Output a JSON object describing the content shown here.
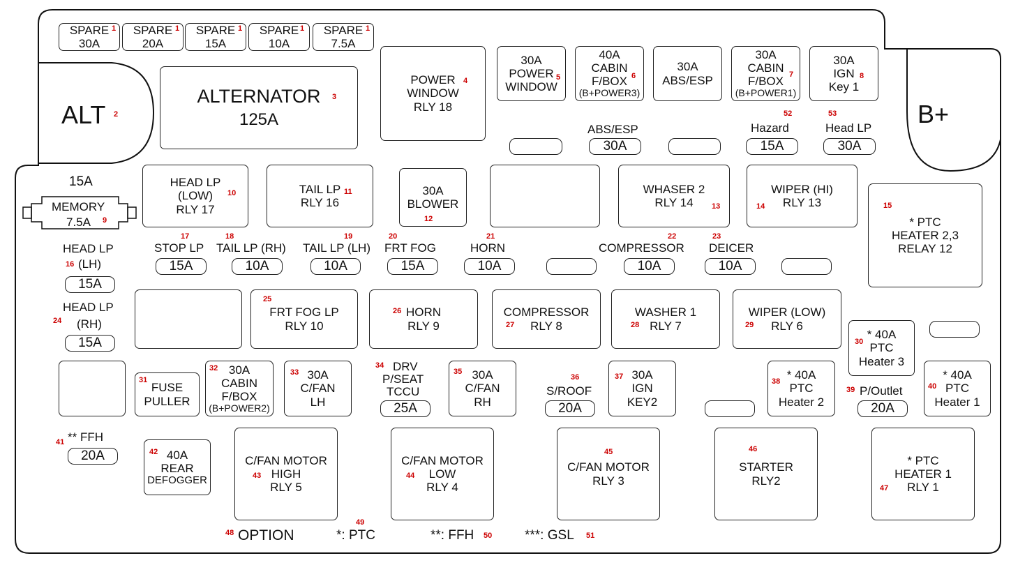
{
  "spares": [
    {
      "name": "SPARE",
      "rating": "30A",
      "num": "1"
    },
    {
      "name": "SPARE",
      "rating": "20A",
      "num": "1"
    },
    {
      "name": "SPARE",
      "rating": "15A",
      "num": "1"
    },
    {
      "name": "SPARE",
      "rating": "10A",
      "num": "1"
    },
    {
      "name": "SPARE",
      "rating": "7.5A",
      "num": "1"
    }
  ],
  "alt": {
    "label": "ALT",
    "num": "2"
  },
  "bplus": {
    "label": "B+"
  },
  "alternator": {
    "l1": "ALTERNATOR",
    "l2": "125A",
    "num": "3"
  },
  "power_window_rly": {
    "l1": "POWER",
    "l2": "WINDOW",
    "l3": "RLY 18",
    "num": "4"
  },
  "top_fuses": [
    {
      "l1": "30A",
      "l2": "POWER",
      "l3": "WINDOW",
      "l4": "",
      "num": "5"
    },
    {
      "l1": "40A",
      "l2": "CABIN",
      "l3": "F/BOX",
      "l4": "(B+POWER3)",
      "num": "6"
    },
    {
      "l1": "30A",
      "l2": "ABS/ESP",
      "l3": "",
      "l4": "",
      "num": ""
    },
    {
      "l1": "30A",
      "l2": "CABIN",
      "l3": "F/BOX",
      "l4": "(B+POWER1)",
      "num": "7"
    },
    {
      "l1": "30A",
      "l2": "IGN",
      "l3": "Key 1",
      "l4": "",
      "num": "8"
    }
  ],
  "row2_pills": {
    "abs_label": "ABS/ESP",
    "abs_val": "30A",
    "hazard_label": "Hazard",
    "hazard_val": "15A",
    "hazard_num": "52",
    "headlp_label": "Head LP",
    "headlp_val": "30A",
    "headlp_num": "53"
  },
  "memory": {
    "top": "15A",
    "l1": "MEMORY",
    "l2": "7.5A",
    "num": "9"
  },
  "relays_row1": [
    {
      "l1": "HEAD LP",
      "l2": "(LOW)",
      "l3": "RLY 17",
      "num": "10"
    },
    {
      "l1": "TAIL LP",
      "l2": "RLY 16",
      "l3": "",
      "num": "11"
    },
    {
      "l1": "30A",
      "l2": "BLOWER",
      "l3": "",
      "num": "12"
    },
    {
      "l1": "WHASER 2",
      "l2": "RLY 14",
      "l3": "",
      "num": "13"
    },
    {
      "l1": "WIPER (HI)",
      "l2": "RLY 13",
      "l3": "",
      "num": "14"
    }
  ],
  "ptc_relay12": {
    "l1": "* PTC",
    "l2": "HEATER 2,3",
    "l3": "RELAY 12",
    "num": "15"
  },
  "head_lp_lh": {
    "l1": "HEAD LP",
    "l2": "(LH)",
    "val": "15A",
    "num": "16"
  },
  "head_lp_rh": {
    "l1": "HEAD LP",
    "l2": "(RH)",
    "val": "15A",
    "num": "24"
  },
  "fuse_row": [
    {
      "label": "STOP LP",
      "val": "15A",
      "num": "17"
    },
    {
      "label": "TAIL LP (RH)",
      "val": "10A",
      "num": "18"
    },
    {
      "label": "TAIL LP (LH)",
      "val": "10A",
      "num": "19"
    },
    {
      "label": "FRT FOG",
      "val": "15A",
      "num": "20"
    },
    {
      "label": "HORN",
      "val": "10A",
      "num": "21"
    },
    {
      "label": "COMPRESSOR",
      "val": "10A",
      "num": "22"
    },
    {
      "label": "DEICER",
      "val": "10A",
      "num": "23"
    }
  ],
  "relays_row2": [
    {
      "l1": "FRT FOG LP",
      "l2": "RLY 10",
      "num": "25"
    },
    {
      "l1": "HORN",
      "l2": "RLY 9",
      "num": "26"
    },
    {
      "l1": "COMPRESSOR",
      "l2": "RLY 8",
      "num": "27"
    },
    {
      "l1": "WASHER 1",
      "l2": "RLY 7",
      "num": "28"
    },
    {
      "l1": "WIPER (LOW)",
      "l2": "RLY 6",
      "num": "29"
    }
  ],
  "ptc_heater3": {
    "l1": "* 40A",
    "l2": "PTC",
    "l3": "Heater 3",
    "num": "30"
  },
  "row3": {
    "fuse_puller": {
      "l1": "FUSE",
      "l2": "PULLER",
      "num": "31"
    },
    "cabin2": {
      "l1": "30A",
      "l2": "CABIN",
      "l3": "F/BOX",
      "l4": "(B+POWER2)",
      "num": "32"
    },
    "cfan_lh": {
      "l1": "30A",
      "l2": "C/FAN",
      "l3": "LH",
      "num": "33"
    },
    "drv": {
      "l1": "DRV",
      "l2": "P/SEAT",
      "l3": "TCCU",
      "val": "25A",
      "num": "34"
    },
    "cfan_rh": {
      "l1": "30A",
      "l2": "C/FAN",
      "l3": "RH",
      "num": "35"
    },
    "sroof": {
      "label": "S/ROOF",
      "val": "20A",
      "num": "36"
    },
    "ign2": {
      "l1": "30A",
      "l2": "IGN",
      "l3": "KEY2",
      "num": "37"
    },
    "ptc2": {
      "l1": "* 40A",
      "l2": "PTC",
      "l3": "Heater 2",
      "num": "38"
    },
    "poutlet": {
      "label": "P/Outlet",
      "val": "20A",
      "num": "39"
    },
    "ptc1": {
      "l1": "* 40A",
      "l2": "PTC",
      "l3": "Heater 1",
      "num": "40"
    }
  },
  "ffh": {
    "label": "** FFH",
    "val": "20A",
    "num": "41"
  },
  "rear_def": {
    "l1": "40A",
    "l2": "REAR",
    "l3": "DEFOGGER",
    "num": "42"
  },
  "big_relays": [
    {
      "l1": "C/FAN MOTOR",
      "l2": "HIGH",
      "l3": "RLY 5",
      "num": "43"
    },
    {
      "l1": "C/FAN MOTOR",
      "l2": "LOW",
      "l3": "RLY 4",
      "num": "44"
    },
    {
      "l1": "C/FAN MOTOR",
      "l2": "RLY 3",
      "l3": "",
      "num": "45"
    },
    {
      "l1": "STARTER",
      "l2": "RLY2",
      "l3": "",
      "num": "46"
    },
    {
      "l1": "* PTC",
      "l2": "HEATER 1",
      "l3": "RLY 1",
      "num": "47"
    }
  ],
  "legend": [
    {
      "text": "OPTION",
      "num": "48"
    },
    {
      "text": "*: PTC",
      "num": "49"
    },
    {
      "text": "**: FFH",
      "num": "50"
    },
    {
      "text": "***: GSL",
      "num": "51"
    }
  ]
}
